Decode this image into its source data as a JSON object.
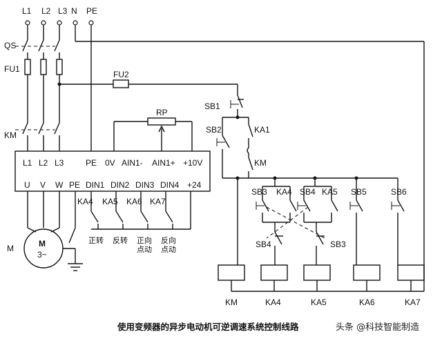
{
  "supply": {
    "l1": "L1",
    "l2": "L2",
    "l3": "L3",
    "n": "N",
    "pe": "PE"
  },
  "devices": {
    "qs": "QS",
    "fu1": "FU1",
    "fu2": "FU2",
    "km_main": "KM",
    "rp": "RP",
    "sb1": "SB1",
    "sb2": "SB2",
    "ka1": "KA1",
    "km_hold": "KM",
    "sb3_top": "SB3",
    "ka4_top": "KA4",
    "sb4_top": "SB4",
    "ka5_top": "KA5",
    "sb5": "SB5",
    "sb6": "SB6",
    "sb4_mid": "SB4",
    "sb3_mid": "SB3",
    "motor_tag": "M",
    "motor_m": "M",
    "motor_phase": "3~"
  },
  "inverter": {
    "in_l1": "L1",
    "in_l2": "L2",
    "in_l3": "L3",
    "in_pe": "PE",
    "ov": "0V",
    "ain1m": "AIN1-",
    "ain1p": "AIN1+",
    "p10v": "+10V",
    "out_u": "U",
    "out_v": "V",
    "out_w": "W",
    "out_pe": "PE",
    "din1": "DIN1",
    "din2": "DIN2",
    "din3": "DIN3",
    "din4": "DIN4",
    "p24": "+24"
  },
  "din_contacts": {
    "c1": "KA4",
    "c2": "KA5",
    "c3": "KA6",
    "c4": "KA7"
  },
  "functions": {
    "f1": "正转",
    "f2": "反转",
    "f3a": "正向",
    "f3b": "点动",
    "f4a": "反向",
    "f4b": "点动"
  },
  "coils": {
    "c1": "KM",
    "c2": "KA4",
    "c3": "KA5",
    "c4": "KA6",
    "c5": "KA7"
  },
  "caption": "使用变频器的异步电动机可逆调速系统控制线路",
  "watermark": "头条 @科技智能制造"
}
